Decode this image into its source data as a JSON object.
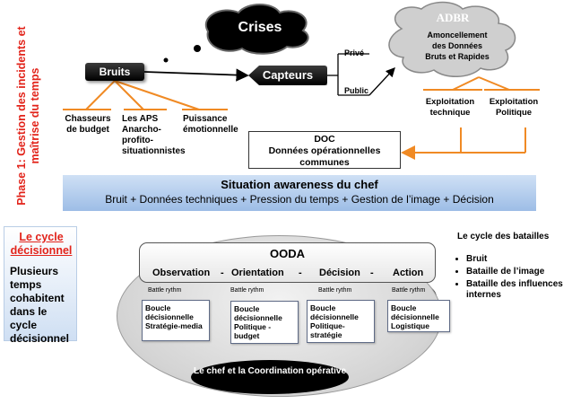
{
  "phase_title": "Phase 1: Gestion des incidents et maîtrise du temps",
  "crises": {
    "label": "Crises"
  },
  "adbr": {
    "title": "ADBR",
    "lines": [
      "Amoncellement",
      "des Données",
      "Bruts et Rapides"
    ]
  },
  "bruits": {
    "label": "Bruits",
    "children": [
      "Chasseurs de budget",
      "Les APS Anarcho-profito-situationnistes",
      "Puissance émotionnelle"
    ]
  },
  "capteurs": {
    "label": "Capteurs",
    "outputs": [
      "Privé",
      "Public"
    ]
  },
  "exploitation": [
    "Exploitation technique",
    "Exploitation Politique"
  ],
  "doc": {
    "line1": "DOC",
    "line2": "Données opérationnelles communes"
  },
  "situation": {
    "title": "Situation awareness du chef",
    "subtitle": "Bruit + Données techniques + Pression du temps + Gestion de l’image + Décision"
  },
  "cycle_decisionnel": {
    "title": "Le cycle décisionnel",
    "text": "Plusieurs temps cohabitent dans le cycle décisionnel"
  },
  "ooda": {
    "title": "OODA",
    "phases": [
      "Observation",
      "Orientation",
      "Décision",
      "Action"
    ],
    "separator": "-",
    "rythm_label": "Battle rythm",
    "boucles": [
      "Boucle décisionnelle Stratégie-media",
      "Boucle décisionnelle Politique - budget",
      "Boucle décisionnelle Politique-stratégie",
      "Boucle décisionnelle Logistique"
    ]
  },
  "chef_coordination": "Le chef et la Coordination opérative",
  "batailles": {
    "title": "Le cycle des batailles",
    "items": [
      "Bruit",
      "Bataille de l’image",
      "Bataille des influences internes"
    ]
  },
  "colors": {
    "accent_red": "#e2231a",
    "wire_orange": "#f08a24",
    "situation_blue": "#9dbde6",
    "dark": "#000000"
  }
}
